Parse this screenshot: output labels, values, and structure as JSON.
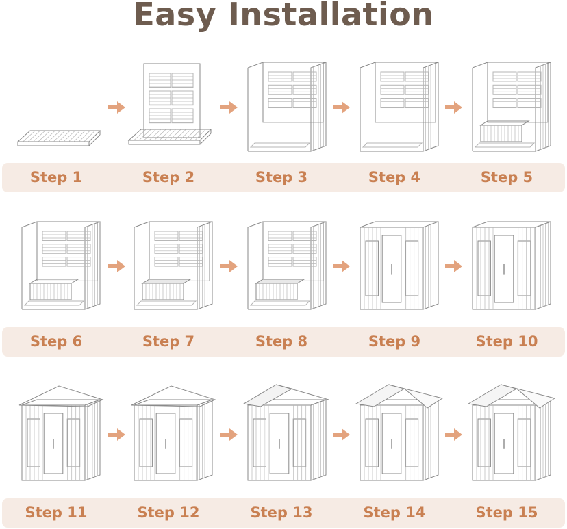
{
  "title": "Easy Installation",
  "accent_color": "#c98052",
  "arrow_color": "#e3a37e",
  "rows": [
    {
      "steps": [
        "Step 1",
        "Step 2",
        "Step 3",
        "Step 4",
        "Step 5"
      ],
      "illustrations": [
        "floor",
        "back-wall",
        "side-walls",
        "side-walls-panel",
        "bench-support"
      ]
    },
    {
      "steps": [
        "Step 6",
        "Step 7",
        "Step 8",
        "Step 9",
        "Step 10"
      ],
      "illustrations": [
        "bench-support",
        "bench",
        "bench-front",
        "front-doors",
        "ceiling"
      ]
    },
    {
      "steps": [
        "Step 11",
        "Step 12",
        "Step 13",
        "Step 14",
        "Step 15"
      ],
      "illustrations": [
        "roof-frame",
        "roof-frame",
        "roof-panel-left",
        "roof-full",
        "roof-full"
      ]
    }
  ]
}
